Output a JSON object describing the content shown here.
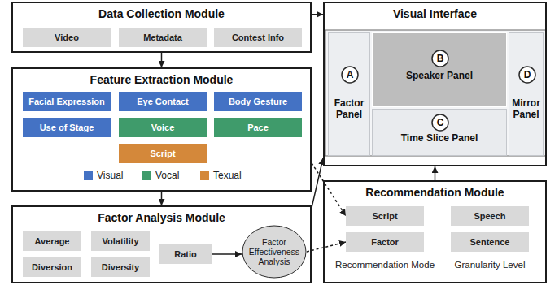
{
  "diagram": {
    "nodes": [
      {
        "text": [
          "Data Collection Module"
        ]
      },
      {
        "text": [
          "Video"
        ],
        "in": 0
      },
      {
        "text": [
          "Metadata"
        ],
        "in": 0
      },
      {
        "text": [
          "Contest Info"
        ],
        "in": 0
      },
      {
        "text": [
          "Feature Extraction Module"
        ]
      },
      {
        "text": [
          "Facial Expression"
        ],
        "in": 4
      },
      {
        "text": [
          "Eye Contact"
        ],
        "in": 4
      },
      {
        "text": [
          "Body Gesture"
        ],
        "in": 4
      },
      {
        "text": [
          "Use of Stage"
        ],
        "in": 4
      },
      {
        "text": [
          "Voice"
        ],
        "in": 4
      },
      {
        "text": [
          "Pace"
        ],
        "in": 4
      },
      {
        "text": [
          "Script"
        ],
        "in": 4
      },
      {
        "text": [
          "Factor Analysis Module"
        ]
      },
      {
        "text": [
          "Average"
        ],
        "in": 12
      },
      {
        "text": [
          "Volatility"
        ],
        "in": 12
      },
      {
        "text": [
          "Diversion"
        ],
        "in": 12
      },
      {
        "text": [
          "Diversity"
        ],
        "in": 12
      },
      {
        "text": [
          "Ratio"
        ],
        "in": 12
      },
      {
        "text": [
          "Factor Effectiveness Analysis"
        ],
        "in": 12
      },
      {
        "text": [
          "Visual Interface"
        ]
      },
      {
        "text": [
          "Factor Panel"
        ],
        "in": 19
      },
      {
        "text": [
          "A"
        ],
        "in": 20
      },
      {
        "text": [
          "Speaker Panel"
        ],
        "in": 19
      },
      {
        "text": [
          "B"
        ],
        "in": 22
      },
      {
        "text": [
          "Time Slice Panel"
        ],
        "in": 19
      },
      {
        "text": [
          "C"
        ],
        "in": 24
      },
      {
        "text": [
          "Mirror Panel"
        ],
        "in": 19
      },
      {
        "text": [
          "D"
        ],
        "in": 26
      },
      {
        "text": [
          "Recommendation Module"
        ]
      },
      {
        "text": [
          "Script"
        ],
        "in": 28
      },
      {
        "text": [
          "Speech"
        ],
        "in": 28
      },
      {
        "text": [
          "Factor"
        ],
        "in": 28
      },
      {
        "text": [
          "Sentence"
        ],
        "in": 28
      }
    ],
    "edges": [
      {
        "from": 0,
        "to": 4,
        "arrow": "to"
      },
      {
        "from": 4,
        "to": 12,
        "arrow": "to"
      },
      {
        "from": 0,
        "to": 19,
        "arrow": "to"
      },
      {
        "from": 12,
        "to": 19,
        "arrow": "to"
      },
      {
        "from": 4,
        "to": 29,
        "arrow": "to"
      },
      {
        "from": 18,
        "to": 31,
        "arrow": "to"
      },
      {
        "from": 17,
        "to": 18,
        "arrow": "to"
      },
      {
        "from": 28,
        "to": 19,
        "arrow": "to"
      }
    ],
    "labels": [
      "Recommendation Mode",
      "Granularity Level"
    ],
    "legend": [
      {
        "text": "Visual",
        "color": "#4472c4"
      },
      {
        "text": "Vocal",
        "color": "#3f9b6b"
      },
      {
        "text": "Texual",
        "color": "#d4883a"
      }
    ]
  }
}
